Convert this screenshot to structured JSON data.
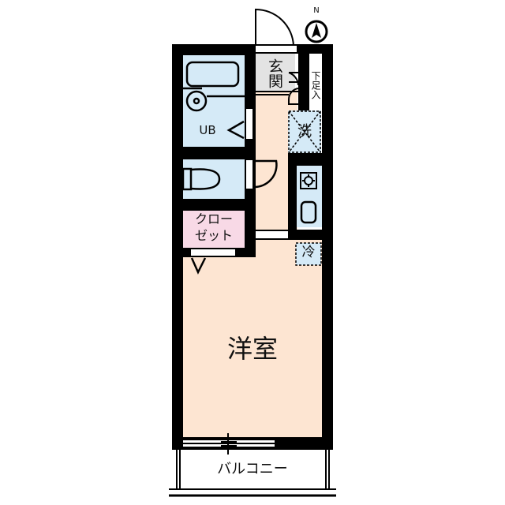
{
  "plan": {
    "compass": {
      "label": "N"
    },
    "rooms": {
      "entrance": {
        "label": "玄関",
        "color": "#e3e3e3"
      },
      "shoe_box": {
        "label": "下足入",
        "color": "#ffffff"
      },
      "bath": {
        "label": "UB",
        "color": "#d5eaf7"
      },
      "washer": {
        "label": "洗",
        "color": "#d5eaf7"
      },
      "toilet": {
        "color": "#d5eaf7"
      },
      "kitchen": {
        "color": "#d5eaf7"
      },
      "closet": {
        "label_line1": "クロー",
        "label_line2": "ゼット",
        "color": "#f8d9e6"
      },
      "fridge": {
        "label": "冷",
        "color": "#d5eaf7"
      },
      "western_room": {
        "label": "洋室",
        "color": "#fde5d2"
      },
      "hallway": {
        "color": "#fde5d2"
      },
      "balcony": {
        "label": "バルコニー",
        "color": "#ffffff"
      }
    },
    "colors": {
      "wall": "#000000",
      "floor": "#fde5d2",
      "wet": "#d5eaf7",
      "closet": "#f8d9e6"
    }
  }
}
